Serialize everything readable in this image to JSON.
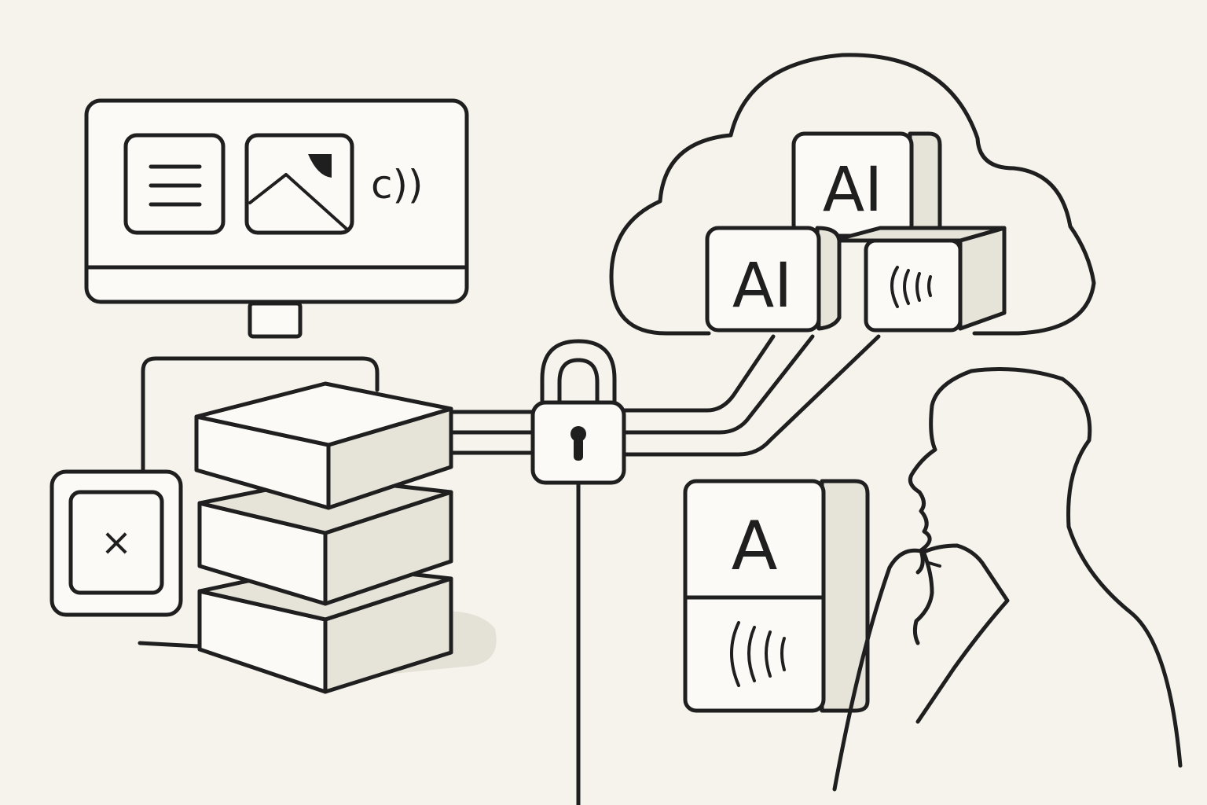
{
  "palette": {
    "background": "#f6f3ec",
    "ink": "#1f1f1f",
    "shade": "#e6e3d9",
    "face": "#fbfaf6"
  },
  "cloud_tiles": [
    {
      "label": "AI"
    },
    {
      "label": "AI"
    }
  ],
  "device_tile": {
    "label": "A"
  },
  "monitor": {
    "sound_glyph": "c))"
  },
  "small_panel": {
    "close_glyph": "×"
  },
  "icons": [
    "monitor-icon",
    "document-icon",
    "image-icon",
    "sound-icon",
    "database-icon",
    "close-icon",
    "padlock-icon",
    "cloud-icon",
    "speaker-icon",
    "person-icon"
  ]
}
